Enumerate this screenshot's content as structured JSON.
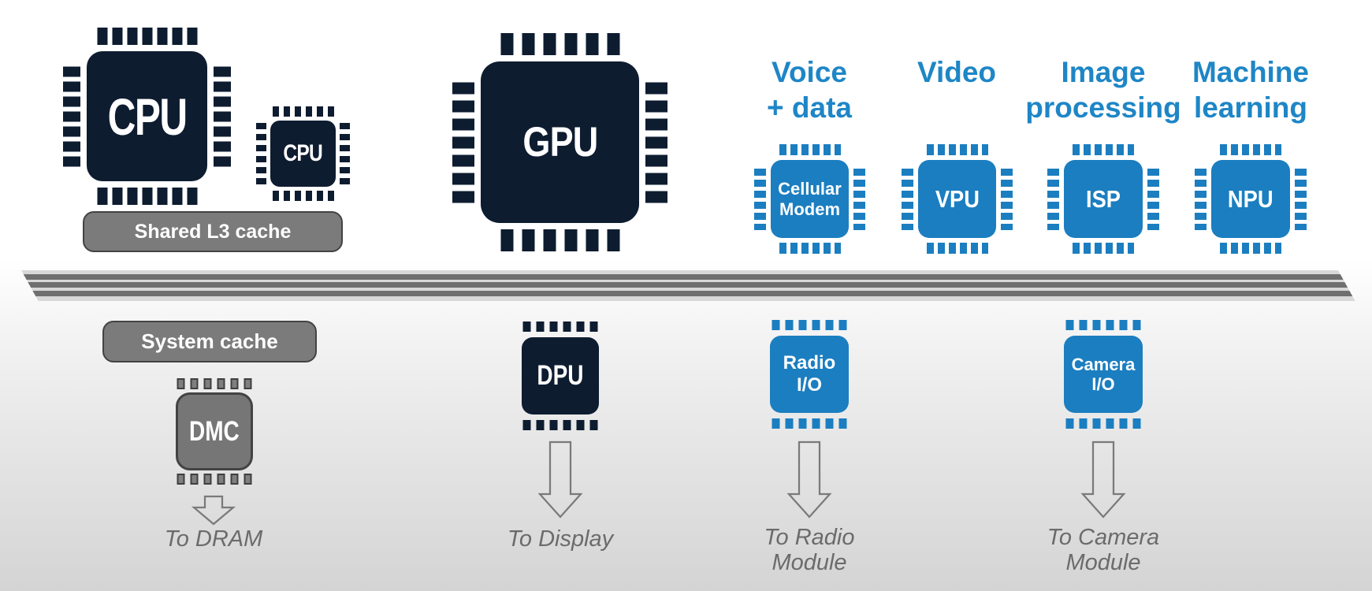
{
  "colors": {
    "navy": "#0e1c30",
    "blue": "#1b7ec0",
    "blue_text": "#1e86c6",
    "gray_box": "#7b7b7b",
    "gray_border": "#434343",
    "bus_dark": "#6f6f6f",
    "bus_light": "#d8d8d8",
    "caption_gray": "#6b6b6b"
  },
  "top": {
    "cpu_big": "CPU",
    "cpu_small": "CPU",
    "shared_cache": "Shared L3 cache",
    "gpu": "GPU",
    "columns": [
      {
        "title_line1": "Voice",
        "title_line2": "+ data",
        "chip_line1": "Cellular",
        "chip_line2": "Modem"
      },
      {
        "title_line1": "Video",
        "title_line2": "",
        "chip_line1": "VPU",
        "chip_line2": ""
      },
      {
        "title_line1": "Image",
        "title_line2": "processing",
        "chip_line1": "ISP",
        "chip_line2": ""
      },
      {
        "title_line1": "Machine",
        "title_line2": "learning",
        "chip_line1": "NPU",
        "chip_line2": ""
      }
    ]
  },
  "bottom": {
    "system_cache": "System cache",
    "dmc": "DMC",
    "dpu": "DPU",
    "radio_line1": "Radio",
    "radio_line2": "I/O",
    "camera_line1": "Camera",
    "camera_line2": "I/O",
    "captions": {
      "dram": "To DRAM",
      "display": "To Display",
      "radio_line1": "To Radio",
      "radio_line2": "Module",
      "camera_line1": "To Camera",
      "camera_line2": "Module"
    }
  }
}
